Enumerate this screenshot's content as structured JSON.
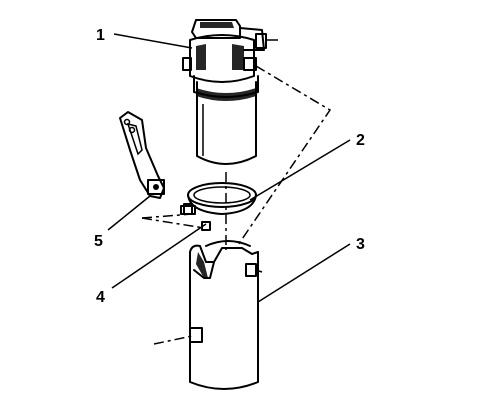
{
  "callouts": [
    {
      "id": "1",
      "text": "1"
    },
    {
      "id": "2",
      "text": "2"
    },
    {
      "id": "3",
      "text": "3"
    },
    {
      "id": "4",
      "text": "4"
    },
    {
      "id": "5",
      "text": "5"
    }
  ],
  "colors": {
    "ink": "#000000",
    "background": "#ffffff"
  }
}
